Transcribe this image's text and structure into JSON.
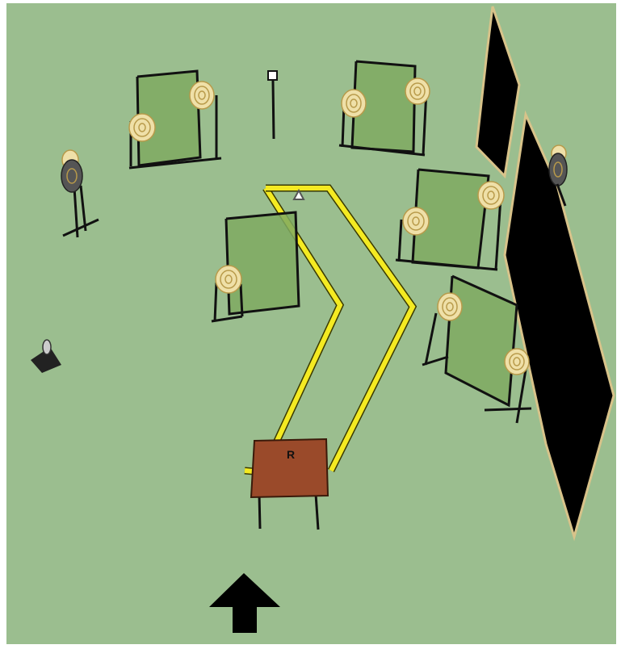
{
  "scene": {
    "colors": {
      "ground": "#9bbe8f",
      "border": "#ffffff",
      "fault_line": "#f4ea22",
      "fault_line_edge": "#3a3a00",
      "barrier": "#000000",
      "barrier_edge": "#d8c38a",
      "target_paper": "#efe0a8",
      "target_ring": "#b89a4a",
      "steel_target": "#555555",
      "table_top": "#9a4a2a",
      "table_edge": "#3a1a0a",
      "frame": "#111111",
      "mesh": "#7faa62"
    },
    "table_label": "R",
    "start_arrow_icon": "up-arrow-icon",
    "elements": {
      "fault_line": "fault-line",
      "barriers": [
        "barrier-wall-back",
        "barrier-wall-right"
      ],
      "target_stands": [
        "stand-back-left",
        "stand-back-center",
        "stand-right-upper",
        "stand-middle",
        "stand-right-lower"
      ],
      "steel_targets": [
        "steel-popper-left",
        "steel-popper-right"
      ],
      "props": [
        "marker-post",
        "start-table",
        "activator-lever"
      ]
    }
  }
}
